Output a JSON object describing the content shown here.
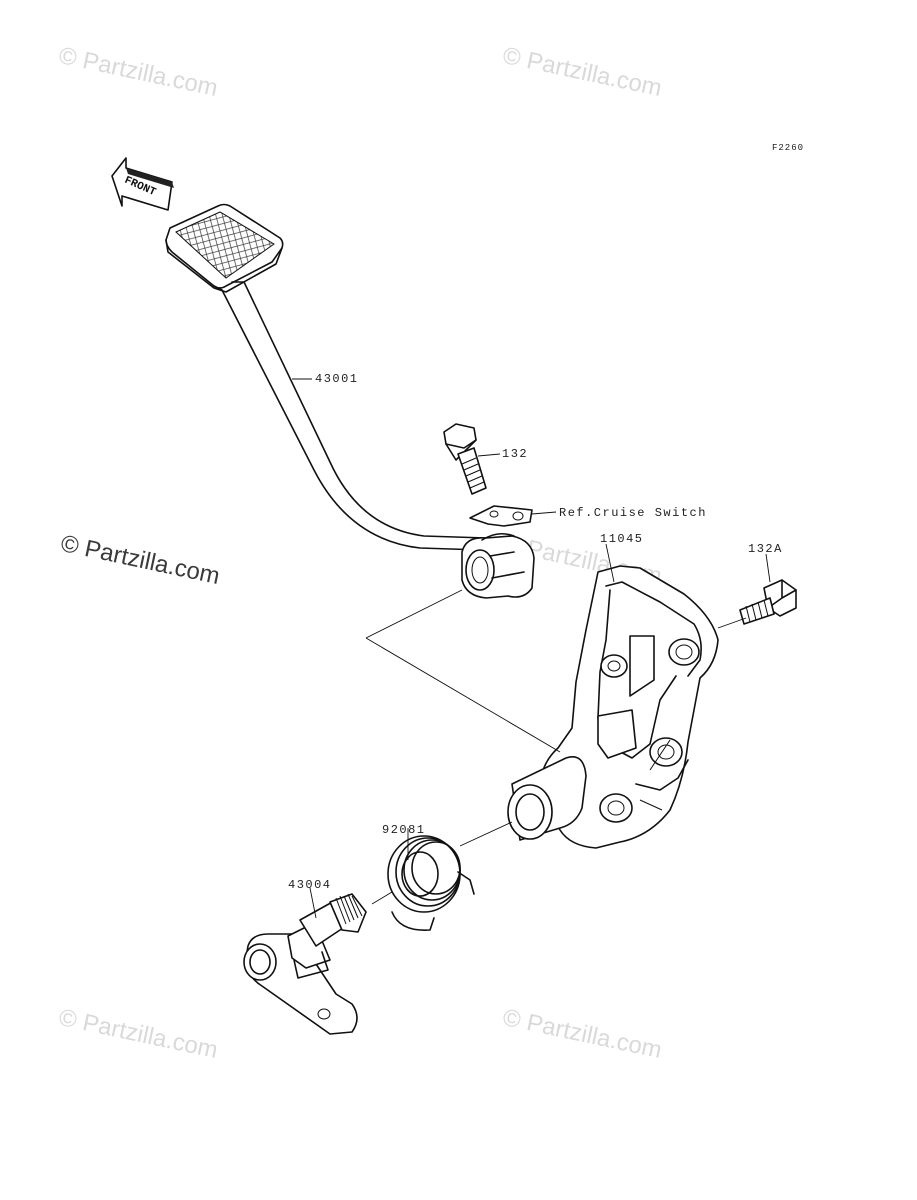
{
  "figure_code": "F2260",
  "watermark": "© Partzilla.com",
  "front_arrow": "FRONT",
  "parts": [
    {
      "id": "43001",
      "label": "43001"
    },
    {
      "id": "132",
      "label": "132"
    },
    {
      "id": "ref-cruise",
      "label": "Ref.Cruise Switch"
    },
    {
      "id": "11045",
      "label": "11045"
    },
    {
      "id": "132A",
      "label": "132A"
    },
    {
      "id": "92081",
      "label": "92081"
    },
    {
      "id": "43004",
      "label": "43004"
    }
  ]
}
